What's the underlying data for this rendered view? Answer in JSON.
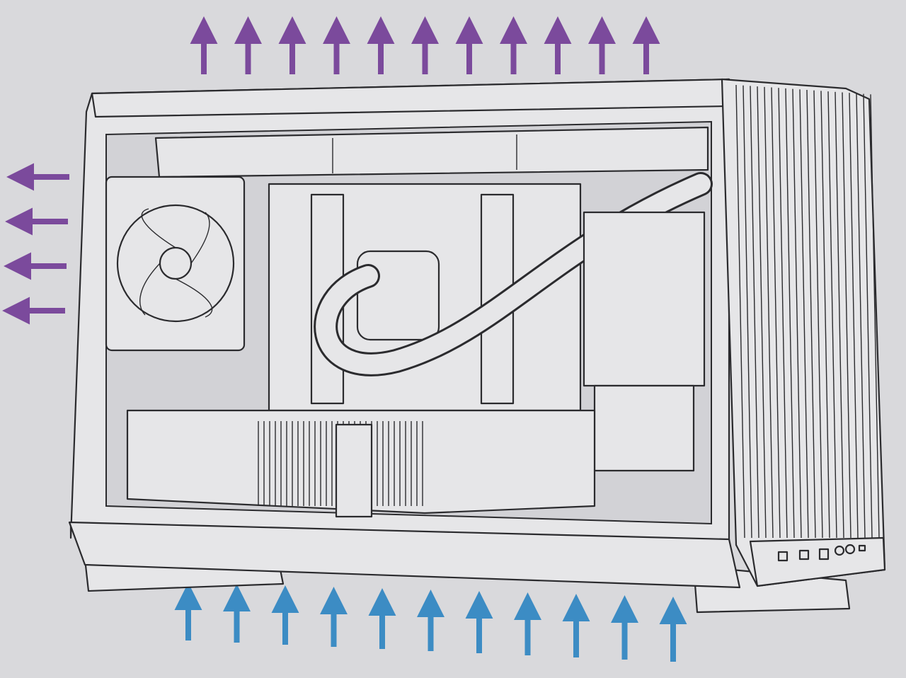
{
  "diagram": {
    "subject": "pc-case-airflow",
    "airflow": {
      "exhaust_top": {
        "count": 11,
        "direction": "up",
        "color": "#7b4a9c"
      },
      "exhaust_rear": {
        "count": 4,
        "direction": "left",
        "color": "#7b4a9c"
      },
      "intake_bottom": {
        "count": 11,
        "direction": "up",
        "color": "#3c8cc4"
      }
    },
    "background_color": "#d9d9dc"
  }
}
